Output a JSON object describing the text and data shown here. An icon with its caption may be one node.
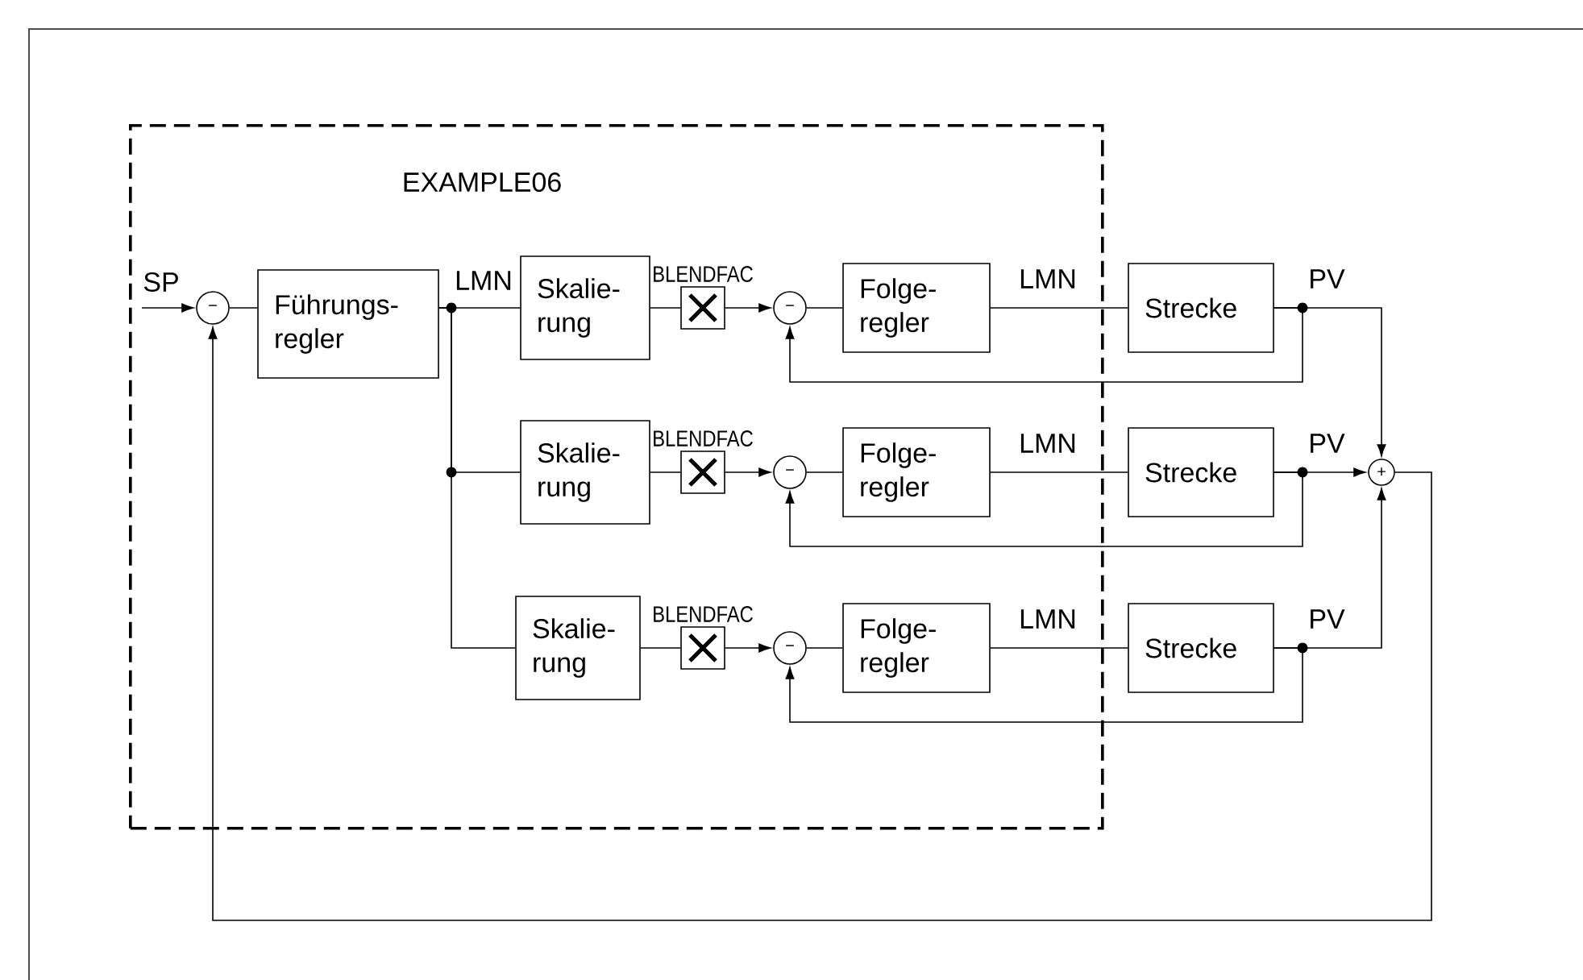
{
  "diagram": {
    "nodes": [
      {
        "text": [
          "EXAMPLE06"
        ]
      },
      {
        "text": [
          "−"
        ],
        "in": 0
      },
      {
        "text": [
          "Führungs- regler"
        ],
        "in": 0
      },
      {
        "text": [
          "Skalie- rung"
        ],
        "in": 0
      },
      {
        "text": [],
        "shape": "box",
        "beside": [
          "BLENDFAC"
        ],
        "in": 0
      },
      {
        "text": [
          "−"
        ],
        "in": 0
      },
      {
        "text": [
          "Folge- regler"
        ],
        "in": 0
      },
      {
        "text": [
          "Strecke"
        ]
      },
      {
        "text": [
          "Skalie- rung"
        ],
        "in": 0
      },
      {
        "text": [],
        "shape": "box",
        "beside": [
          "BLENDFAC"
        ],
        "in": 0
      },
      {
        "text": [
          "−"
        ],
        "in": 0
      },
      {
        "text": [
          "Folge- regler"
        ],
        "in": 0
      },
      {
        "text": [
          "Strecke"
        ]
      },
      {
        "text": [
          "Skalie- rung"
        ],
        "in": 0
      },
      {
        "text": [],
        "shape": "box",
        "beside": [
          "BLENDFAC"
        ],
        "in": 0
      },
      {
        "text": [
          "−"
        ],
        "in": 0
      },
      {
        "text": [
          "Folge- regler"
        ],
        "in": 0
      },
      {
        "text": [
          "Strecke"
        ]
      },
      {
        "text": [
          "+"
        ]
      }
    ],
    "edges": [
      {
        "from": null,
        "to": 1,
        "arrow": "to",
        "label": "SP"
      },
      {
        "from": 1,
        "to": 2,
        "arrow": "none"
      },
      {
        "from": 2,
        "to": 3,
        "arrow": "none",
        "label": "LMN"
      },
      {
        "from": 2,
        "to": 8,
        "arrow": "none"
      },
      {
        "from": 2,
        "to": 13,
        "arrow": "none"
      },
      {
        "from": 3,
        "to": 4,
        "arrow": "none"
      },
      {
        "from": 4,
        "to": 5,
        "arrow": "to"
      },
      {
        "from": 5,
        "to": 6,
        "arrow": "none"
      },
      {
        "from": 6,
        "to": 7,
        "arrow": "none",
        "label": "LMN"
      },
      {
        "from": 7,
        "to": 18,
        "arrow": "to",
        "label": "PV"
      },
      {
        "from": 7,
        "to": 5,
        "arrow": "to"
      },
      {
        "from": 8,
        "to": 9,
        "arrow": "none"
      },
      {
        "from": 9,
        "to": 10,
        "arrow": "to"
      },
      {
        "from": 10,
        "to": 11,
        "arrow": "none"
      },
      {
        "from": 11,
        "to": 12,
        "arrow": "none",
        "label": "LMN"
      },
      {
        "from": 12,
        "to": 18,
        "arrow": "to",
        "label": "PV"
      },
      {
        "from": 12,
        "to": 10,
        "arrow": "to"
      },
      {
        "from": 13,
        "to": 14,
        "arrow": "none"
      },
      {
        "from": 14,
        "to": 15,
        "arrow": "to"
      },
      {
        "from": 15,
        "to": 16,
        "arrow": "none"
      },
      {
        "from": 16,
        "to": 17,
        "arrow": "none",
        "label": "LMN"
      },
      {
        "from": 17,
        "to": 18,
        "arrow": "to",
        "label": "PV"
      },
      {
        "from": 17,
        "to": 15,
        "arrow": "to"
      },
      {
        "from": 18,
        "to": 1,
        "arrow": "to"
      }
    ]
  }
}
